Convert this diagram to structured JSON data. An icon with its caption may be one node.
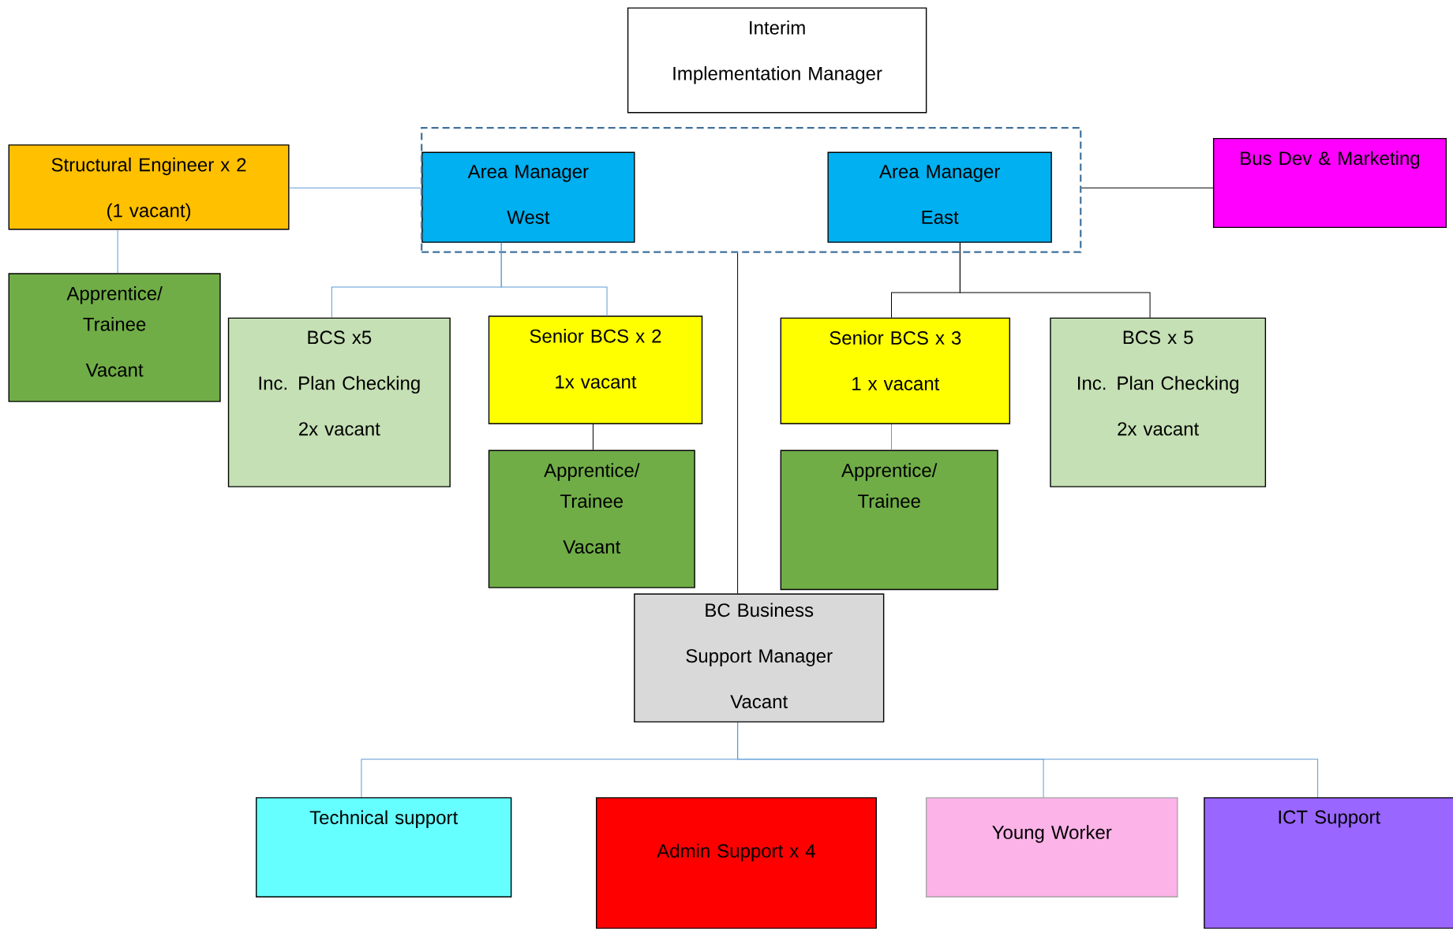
{
  "diagram": {
    "nodes": [
      {
        "text": [
          "Interim",
          "Implementation Manager"
        ]
      },
      {
        "text": [
          "Structural Engineer x 2",
          "(1 vacant)"
        ]
      },
      {
        "text": [],
        "shape": "box"
      },
      {
        "text": [
          "Area Manager",
          "West"
        ],
        "in": 2
      },
      {
        "text": [
          "Area Manager",
          "East"
        ],
        "in": 2
      },
      {
        "text": [
          "Bus Dev & Marketing"
        ]
      },
      {
        "text": [
          "Apprentice/ Trainee",
          "Vacant"
        ]
      },
      {
        "text": [
          "BCS x5",
          "Inc. Plan Checking",
          "2x vacant"
        ]
      },
      {
        "text": [
          "Senior BCS x 2",
          "1x vacant"
        ]
      },
      {
        "text": [
          "Senior BCS x 3",
          "1 x vacant"
        ]
      },
      {
        "text": [
          "BCS x 5",
          "Inc. Plan Checking",
          "2x vacant"
        ]
      },
      {
        "text": [
          "Apprentice/ Trainee",
          "Vacant"
        ]
      },
      {
        "text": [
          "Apprentice/ Trainee"
        ]
      },
      {
        "text": [
          "BC Business",
          "Support Manager",
          "Vacant"
        ]
      },
      {
        "text": [
          "Technical support"
        ]
      },
      {
        "text": [
          "Admin Support x 4"
        ]
      },
      {
        "text": [
          "Young Worker"
        ]
      },
      {
        "text": [
          "ICT Support"
        ]
      }
    ],
    "edges": [
      {
        "from": 1,
        "to": 2,
        "arrow": "none"
      },
      {
        "from": 1,
        "to": 6,
        "arrow": "none"
      },
      {
        "from": 3,
        "to": 7,
        "arrow": "none"
      },
      {
        "from": 3,
        "to": 8,
        "arrow": "none"
      },
      {
        "from": 5,
        "to": 2,
        "arrow": "none",
        "color": "#000000"
      },
      {
        "from": 4,
        "to": 9,
        "arrow": "none",
        "color": "#000000"
      },
      {
        "from": 4,
        "to": 10,
        "arrow": "none",
        "color": "#000000"
      },
      {
        "from": 8,
        "to": 11,
        "arrow": "none",
        "color": "#000000"
      },
      {
        "from": 9,
        "to": 12,
        "arrow": "none"
      },
      {
        "from": 2,
        "to": 13,
        "arrow": "none",
        "color": "#000000"
      },
      {
        "from": 13,
        "to": 14,
        "arrow": "none"
      },
      {
        "from": 13,
        "to": 16,
        "arrow": "none"
      },
      {
        "from": 13,
        "to": 17,
        "arrow": "none"
      }
    ]
  }
}
